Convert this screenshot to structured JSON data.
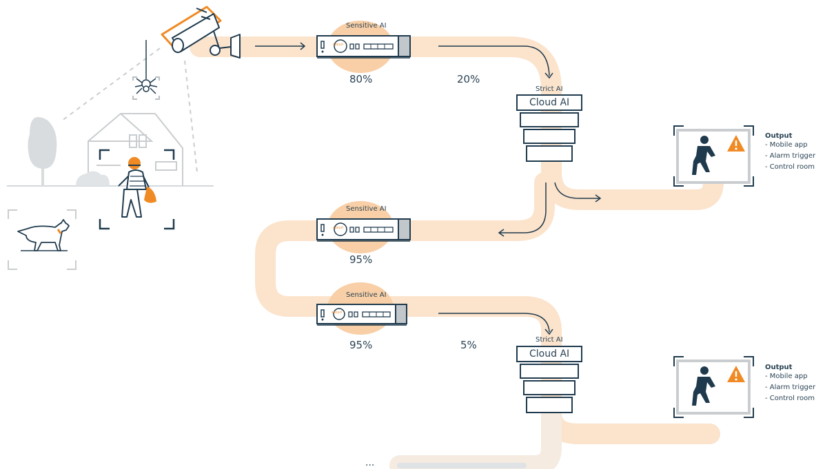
{
  "colors": {
    "flow": "#fbe3cc",
    "accent": "#f08a24",
    "ink": "#1f3a4d",
    "grey": "#c9cdd0"
  },
  "stage1": {
    "edge_label": "Sensitive AI",
    "edge_pct": "80%",
    "cloud_pct": "20%",
    "strict_label": "Strict AI",
    "cloud_label": "Cloud AI"
  },
  "stage2": {
    "edge_label": "Sensitive AI",
    "edge_pct": "95%"
  },
  "stage3": {
    "edge_label": "Sensitive AI",
    "edge_pct": "95%",
    "cloud_pct": "5%",
    "strict_label": "Strict AI",
    "cloud_label": "Cloud AI"
  },
  "device_brand": "securi",
  "output": {
    "title": "Output",
    "items": [
      "- Mobile app",
      "- Alarm trigger",
      "- Control room"
    ]
  },
  "ellipsis": "...",
  "icons": [
    "camera-icon",
    "spider-icon",
    "house-icon",
    "tree-icon",
    "burglar-icon",
    "dog-icon",
    "edge-device-icon",
    "cloud-ai-funnel-icon",
    "alert-screen-icon",
    "warning-icon"
  ]
}
